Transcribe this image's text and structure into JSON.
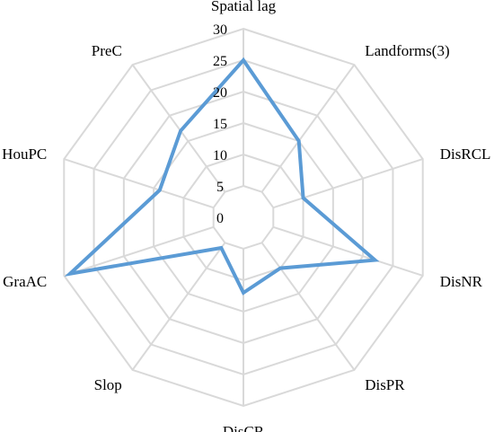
{
  "chart_data": {
    "type": "radar",
    "categories": [
      "Spatial lag",
      "Landforms(3)",
      "DisRCL",
      "DisNR",
      "DisPR",
      "DisCR",
      "Slop",
      "GraAC",
      "HouPC",
      "PreC"
    ],
    "series": [
      {
        "values": [
          25,
          15,
          10,
          22,
          10,
          12,
          6,
          29,
          14,
          17
        ]
      }
    ],
    "rlim": [
      0,
      30
    ],
    "ticks": [
      0,
      5,
      10,
      15,
      20,
      25,
      30
    ],
    "grid": true,
    "legend": "none",
    "colors": {
      "series": "#5b9bd5",
      "grid": "#d9d9d9"
    }
  }
}
